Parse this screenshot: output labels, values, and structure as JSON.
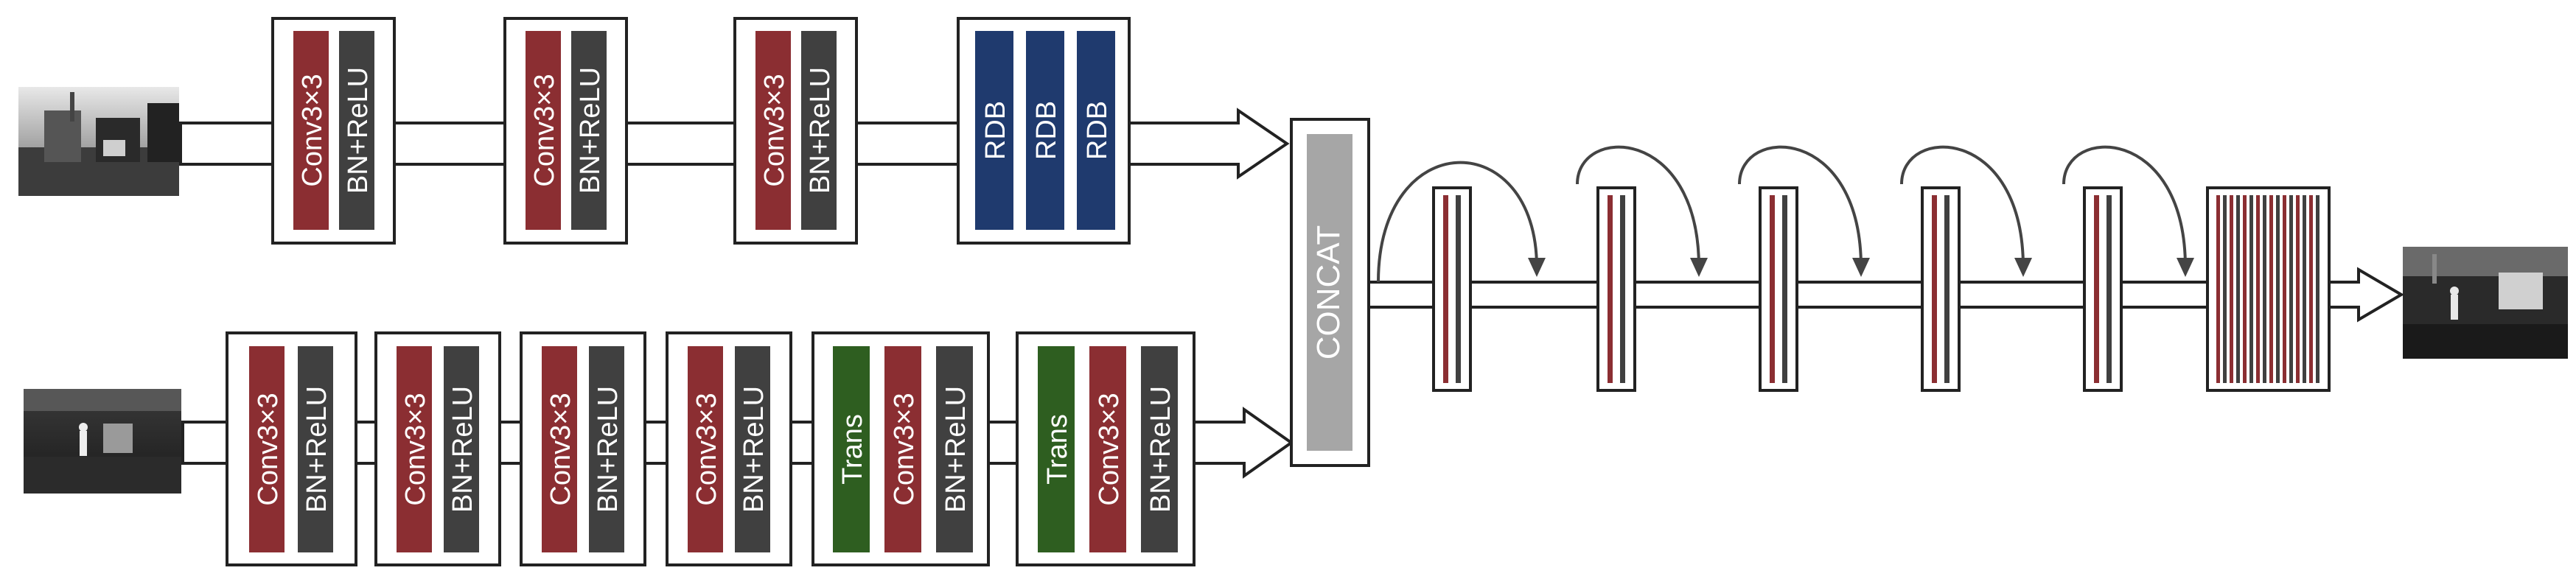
{
  "top_branch": {
    "conv_blocks": [
      {
        "conv": "Conv3×3",
        "bn": "BN+ReLU"
      },
      {
        "conv": "Conv3×3",
        "bn": "BN+ReLU"
      },
      {
        "conv": "Conv3×3",
        "bn": "BN+ReLU"
      }
    ],
    "rdb_block": [
      "RDB",
      "RDB",
      "RDB"
    ]
  },
  "bottom_branch": {
    "blocks": [
      {
        "trans": "",
        "conv": "Conv3×3",
        "bn": "BN+ReLU"
      },
      {
        "trans": "",
        "conv": "Conv3×3",
        "bn": "BN+ReLU"
      },
      {
        "trans": "",
        "conv": "Conv3×3",
        "bn": "BN+ReLU"
      },
      {
        "trans": "",
        "conv": "Conv3×3",
        "bn": "BN+ReLU"
      },
      {
        "trans": "Trans",
        "conv": "Conv3×3",
        "bn": "BN+ReLU"
      },
      {
        "trans": "Trans",
        "conv": "Conv3×3",
        "bn": "BN+ReLU"
      }
    ]
  },
  "concat_label": "CONCAT",
  "colors": {
    "conv": "#8B2E32",
    "bn": "#404040",
    "rdb": "#1F3A6E",
    "trans": "#2E5E20",
    "concat": "#A6A6A6",
    "stroke": "#222222"
  },
  "images": {
    "visible_input": "grayscale-scene-thumbnail",
    "infrared_input": "infrared-scene-thumbnail",
    "fused_output": "fused-scene-thumbnail"
  }
}
